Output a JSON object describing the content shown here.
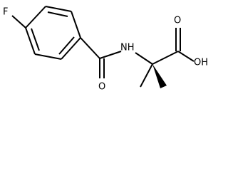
{
  "structure": {
    "atoms": {
      "fluorine": "F",
      "amide_nh": "NH",
      "amide_oxygen": "O",
      "acid_oxygen": "O",
      "hydroxyl": "OH"
    }
  }
}
